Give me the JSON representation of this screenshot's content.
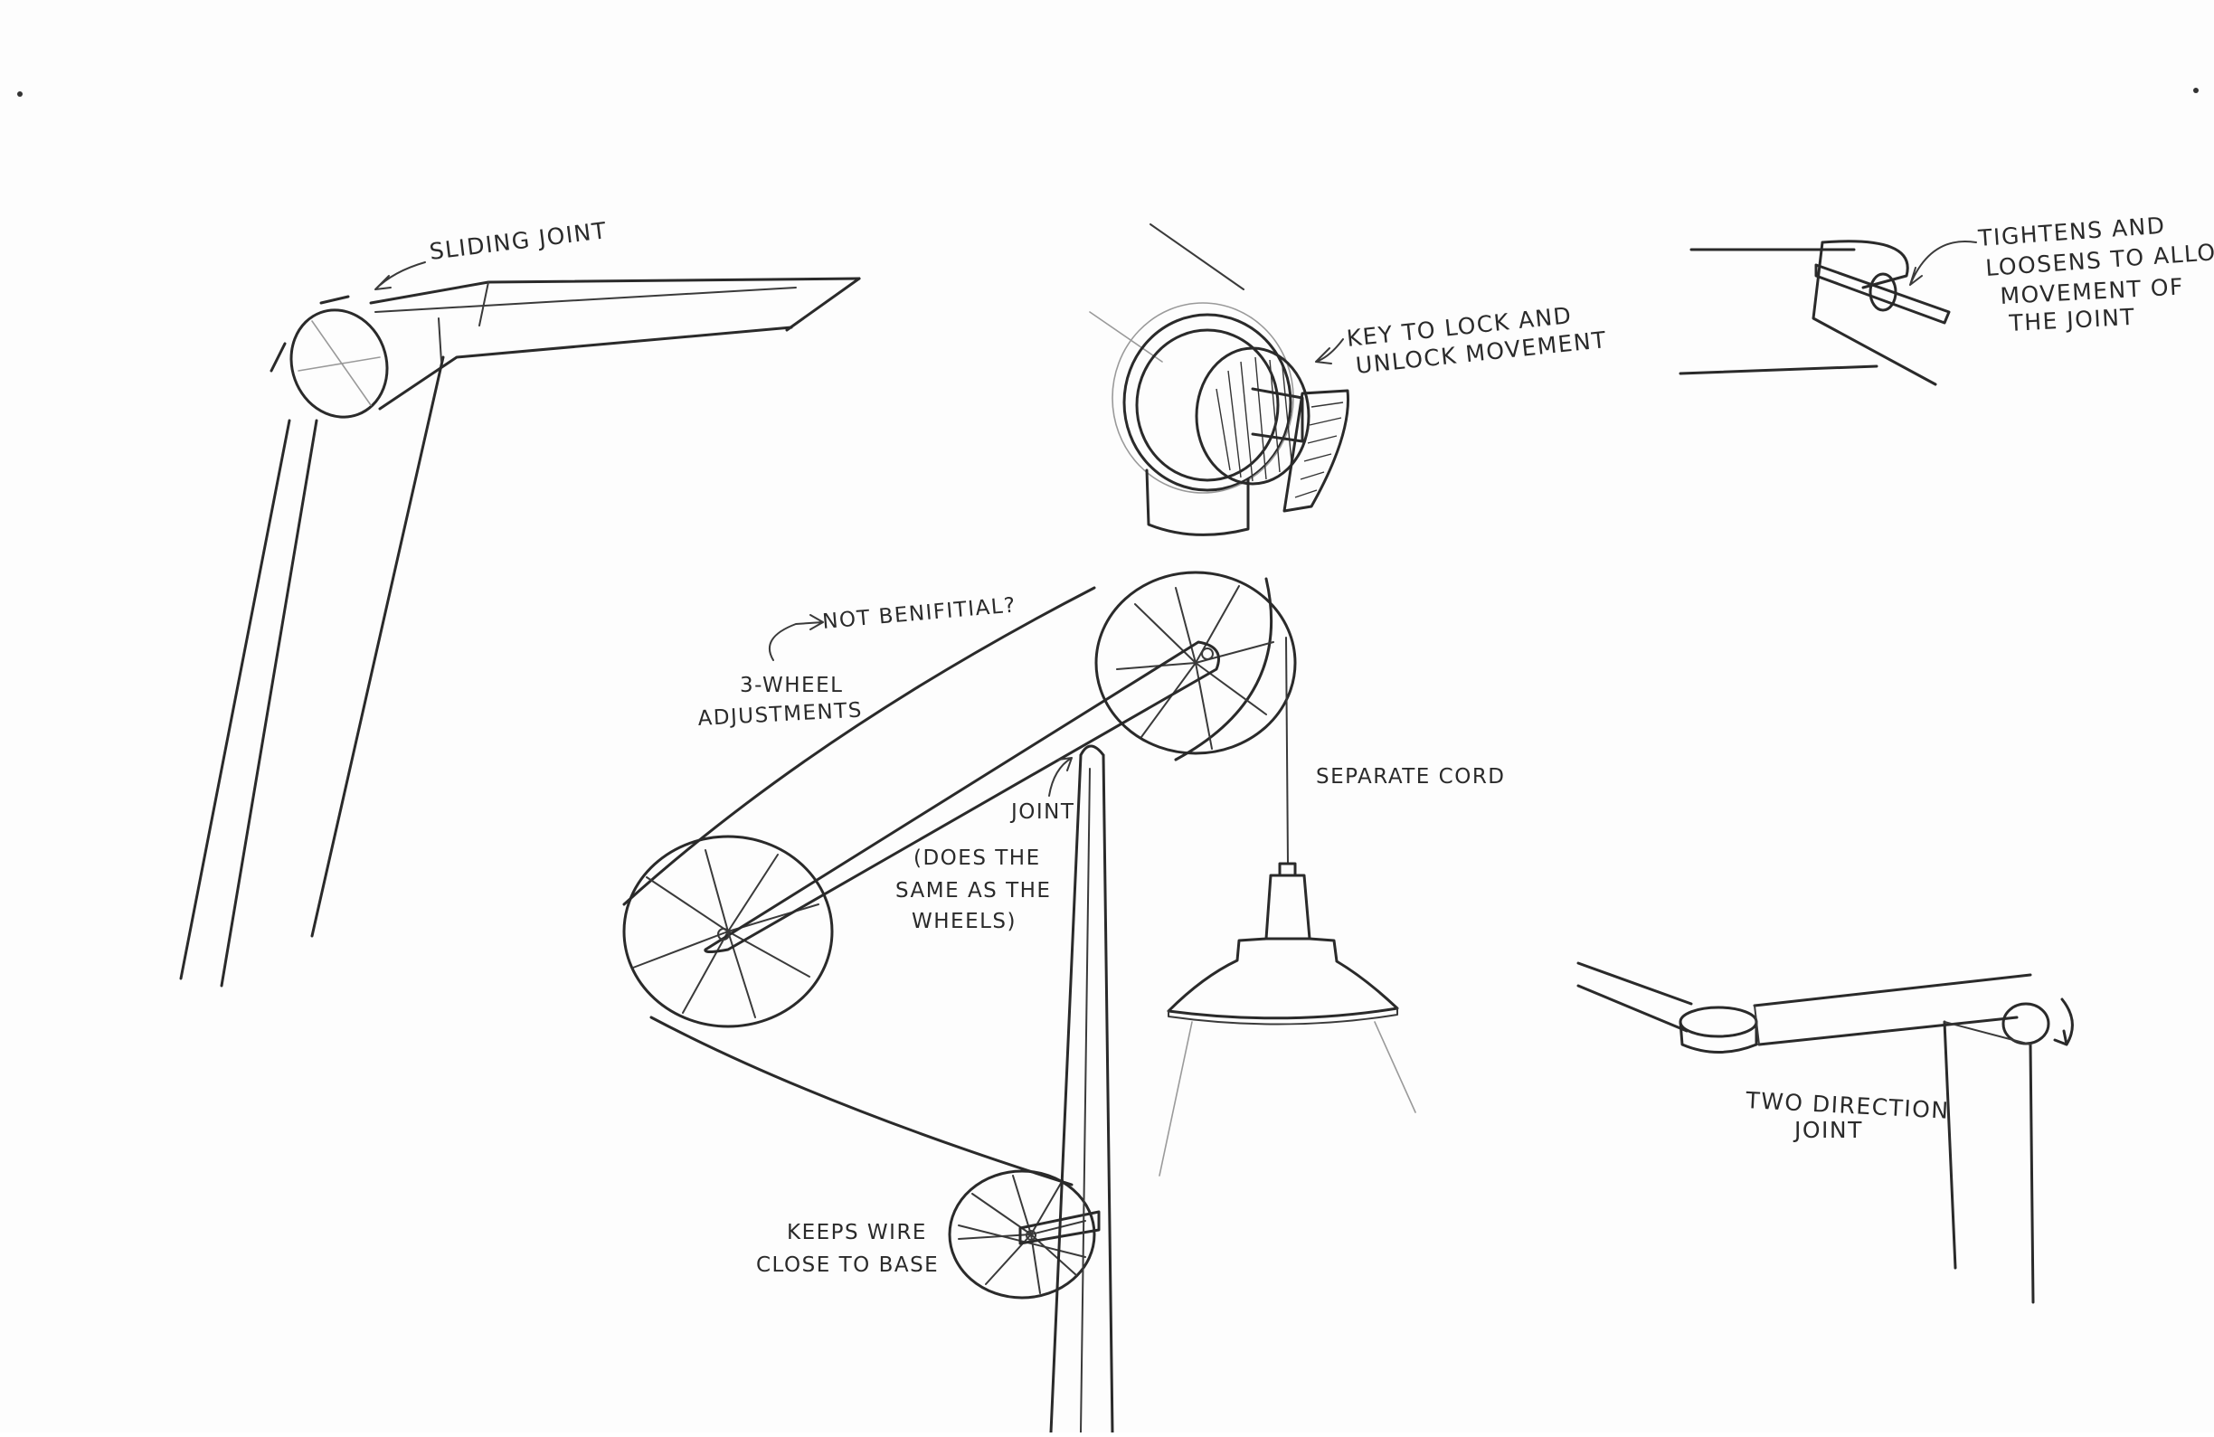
{
  "annotations": {
    "sliding_joint": "SLIDING JOINT",
    "key_lock": [
      "KEY TO LOCK AND",
      "UNLOCK MOVEMENT"
    ],
    "tightens": [
      "TIGHTENS AND",
      "LOOSENS TO ALLOW",
      "MOVEMENT OF",
      "THE JOINT"
    ],
    "not_beneficial": "NOT BENIFITIAL?",
    "three_wheel": [
      "3-WHEEL",
      "ADJUSTMENTS"
    ],
    "joint": "JOINT",
    "separate_cord": "SEPARATE CORD",
    "does_same": [
      "(DOES THE",
      "SAME AS THE",
      "WHEELS)"
    ],
    "keeps_wire": [
      "KEEPS WIRE",
      "CLOSE TO BASE"
    ],
    "two_direction": [
      "TWO DIRECTION",
      "JOINT"
    ]
  }
}
